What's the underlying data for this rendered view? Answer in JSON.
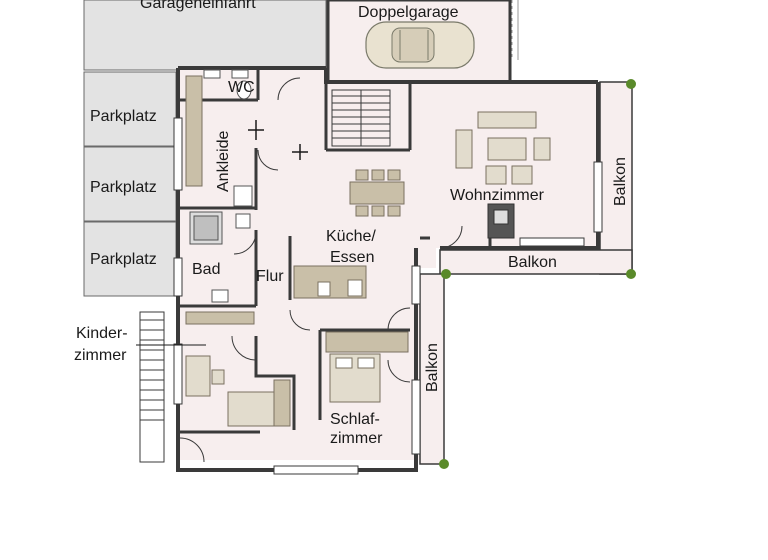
{
  "rooms": {
    "garage_entrance": "Garageneinfahrt",
    "double_garage": "Doppelgarage",
    "wc": "WC",
    "dressing_room": "Ankleide",
    "parking_1": "Parkplatz",
    "parking_2": "Parkplatz",
    "parking_3": "Parkplatz",
    "bath": "Bad",
    "hallway": "Flur",
    "kitchen_line1": "Küche/",
    "kitchen_line2": "Essen",
    "living_room": "Wohnzimmer",
    "balcony_east": "Balkon",
    "balcony_south": "Balkon",
    "balcony_bedroom": "Balkon",
    "child_line1": "Kinder-",
    "child_line2": "zimmer",
    "bedroom_line1": "Schlaf-",
    "bedroom_line2": "zimmer"
  },
  "colors": {
    "wall": "#3a3a3a",
    "room_fill": "#f7eeee",
    "garage_fill": "#e3e3e3",
    "furniture": "#c9bfa8",
    "terrace_plant": "#5a8a2a"
  }
}
